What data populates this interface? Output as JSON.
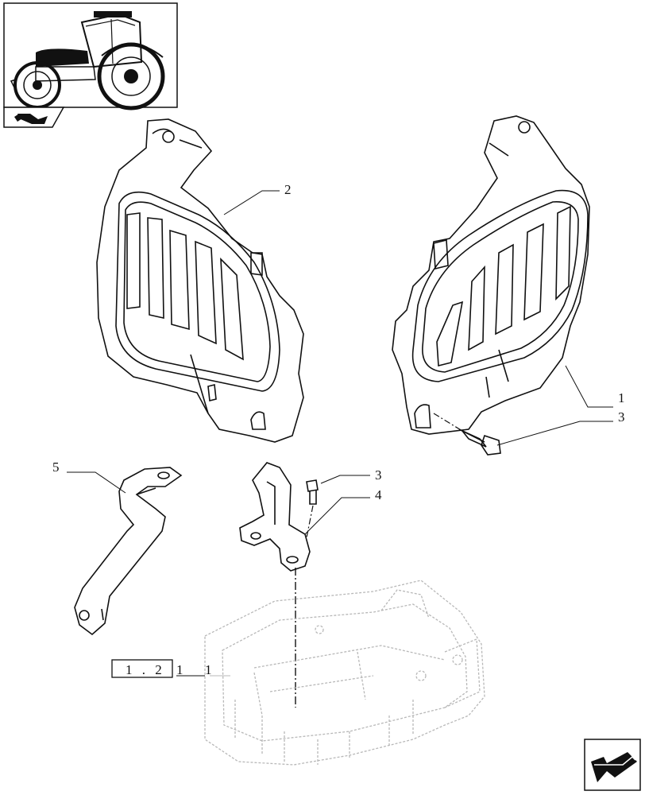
{
  "callouts": {
    "part_1": "1",
    "part_2": "2",
    "part_3_upper": "3",
    "part_3_lower": "3",
    "part_4": "4",
    "part_5": "5"
  },
  "reference": {
    "box_text": "1 . 2",
    "tail_1": "1",
    "tail_2": "1"
  },
  "icons": {
    "thumbnail": "tractor-thumbnail-icon",
    "section": "section-marker-icon",
    "next": "next-page-arrow-icon"
  },
  "colors": {
    "line": "#111111",
    "ghost": "#b8b8b8",
    "paper": "#ffffff"
  }
}
